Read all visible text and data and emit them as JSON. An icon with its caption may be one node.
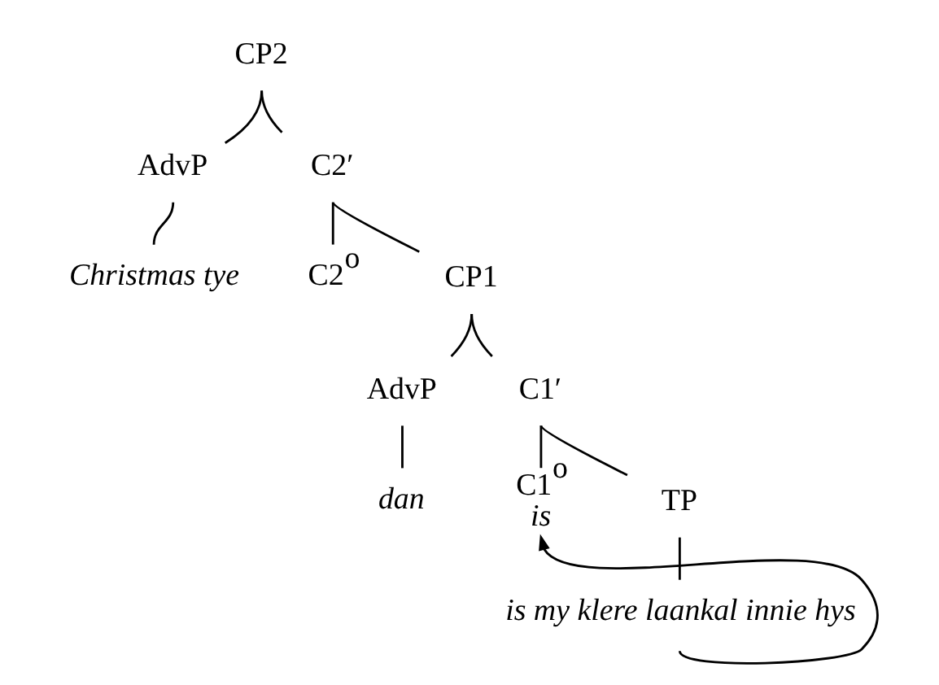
{
  "diagram": {
    "nodes": [
      {
        "text": [
          "CP2"
        ]
      },
      {
        "text": [
          "AdvP"
        ]
      },
      {
        "text": [
          "C2′"
        ]
      },
      {
        "text": [
          "Christmas tye"
        ]
      },
      {
        "text": [
          "C2$^{o}$"
        ]
      },
      {
        "text": [
          "CP1"
        ]
      },
      {
        "text": [
          "AdvP"
        ]
      },
      {
        "text": [
          "C1′"
        ]
      },
      {
        "text": [
          "dan"
        ]
      },
      {
        "text": [
          "C1$^{o}$",
          "is"
        ]
      },
      {
        "text": [
          "TP"
        ]
      },
      {
        "text": [
          "is my klere laankal innie hys"
        ]
      }
    ],
    "edges": [
      {
        "from": 0,
        "to": 1,
        "arrow": "none"
      },
      {
        "from": 0,
        "to": 2,
        "arrow": "none"
      },
      {
        "from": 1,
        "to": 3,
        "arrow": "none"
      },
      {
        "from": 2,
        "to": 4,
        "arrow": "none"
      },
      {
        "from": 2,
        "to": 5,
        "arrow": "none"
      },
      {
        "from": 5,
        "to": 6,
        "arrow": "none"
      },
      {
        "from": 5,
        "to": 7,
        "arrow": "none"
      },
      {
        "from": 6,
        "to": 8,
        "arrow": "none"
      },
      {
        "from": 7,
        "to": 9,
        "arrow": "none"
      },
      {
        "from": 7,
        "to": 10,
        "arrow": "none"
      },
      {
        "from": 10,
        "to": 11,
        "arrow": "none"
      },
      {
        "from": 11,
        "to": 9,
        "arrow": "to"
      }
    ]
  }
}
